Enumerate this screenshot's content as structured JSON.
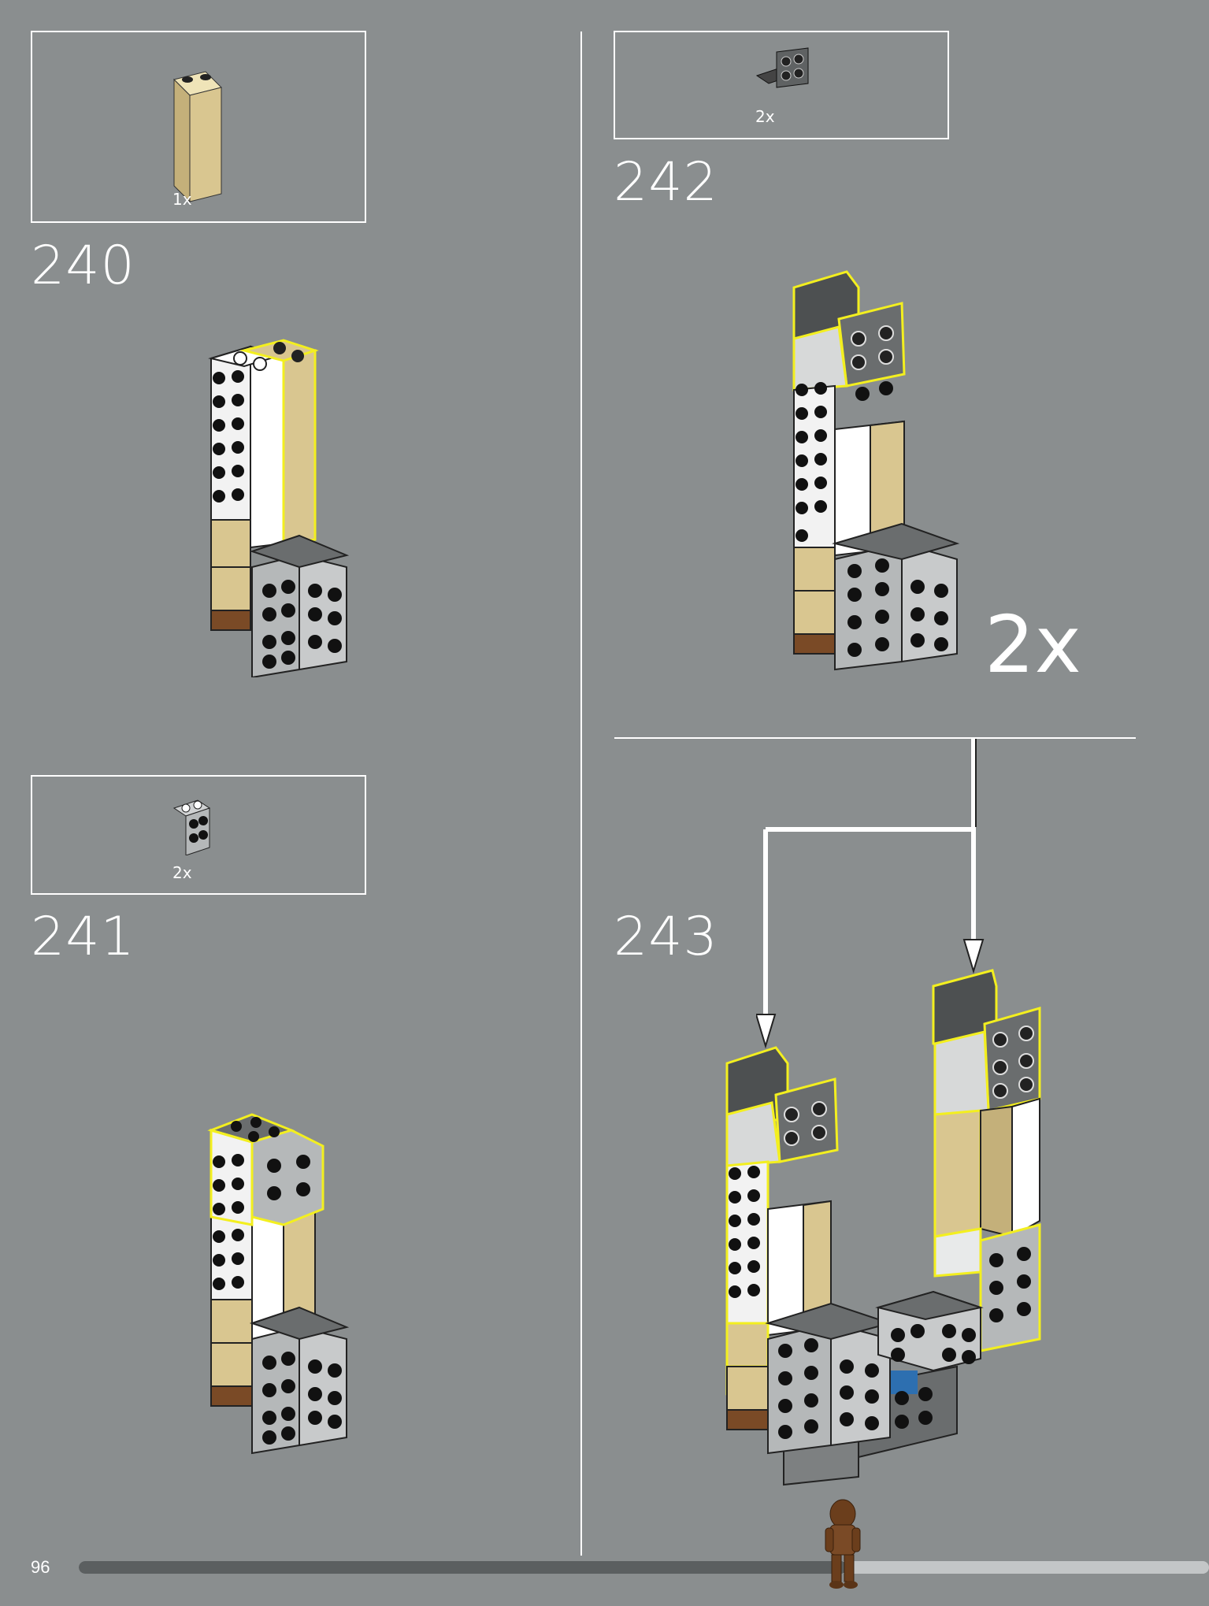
{
  "page": {
    "number": "96",
    "progress_fraction": 0.68
  },
  "colors": {
    "background": "#8a8e8f",
    "highlight": "#f3ef1f",
    "tan": "#d9c690",
    "dark_gray": "#5f6263",
    "light_gray": "#b5b8b9",
    "white": "#ffffff",
    "brown": "#7a4a26"
  },
  "steps": [
    {
      "number": "240",
      "part_qty": "1x",
      "part": "tan-brick-1x2x5-icon"
    },
    {
      "number": "241",
      "part_qty": "2x",
      "part": "bracket-1x2-2x2-light-gray-icon"
    },
    {
      "number": "242",
      "part_qty": "2x",
      "part": "bracket-1x2-2x2-dark-gray-icon",
      "multiplier": "2x"
    },
    {
      "number": "243"
    }
  ]
}
